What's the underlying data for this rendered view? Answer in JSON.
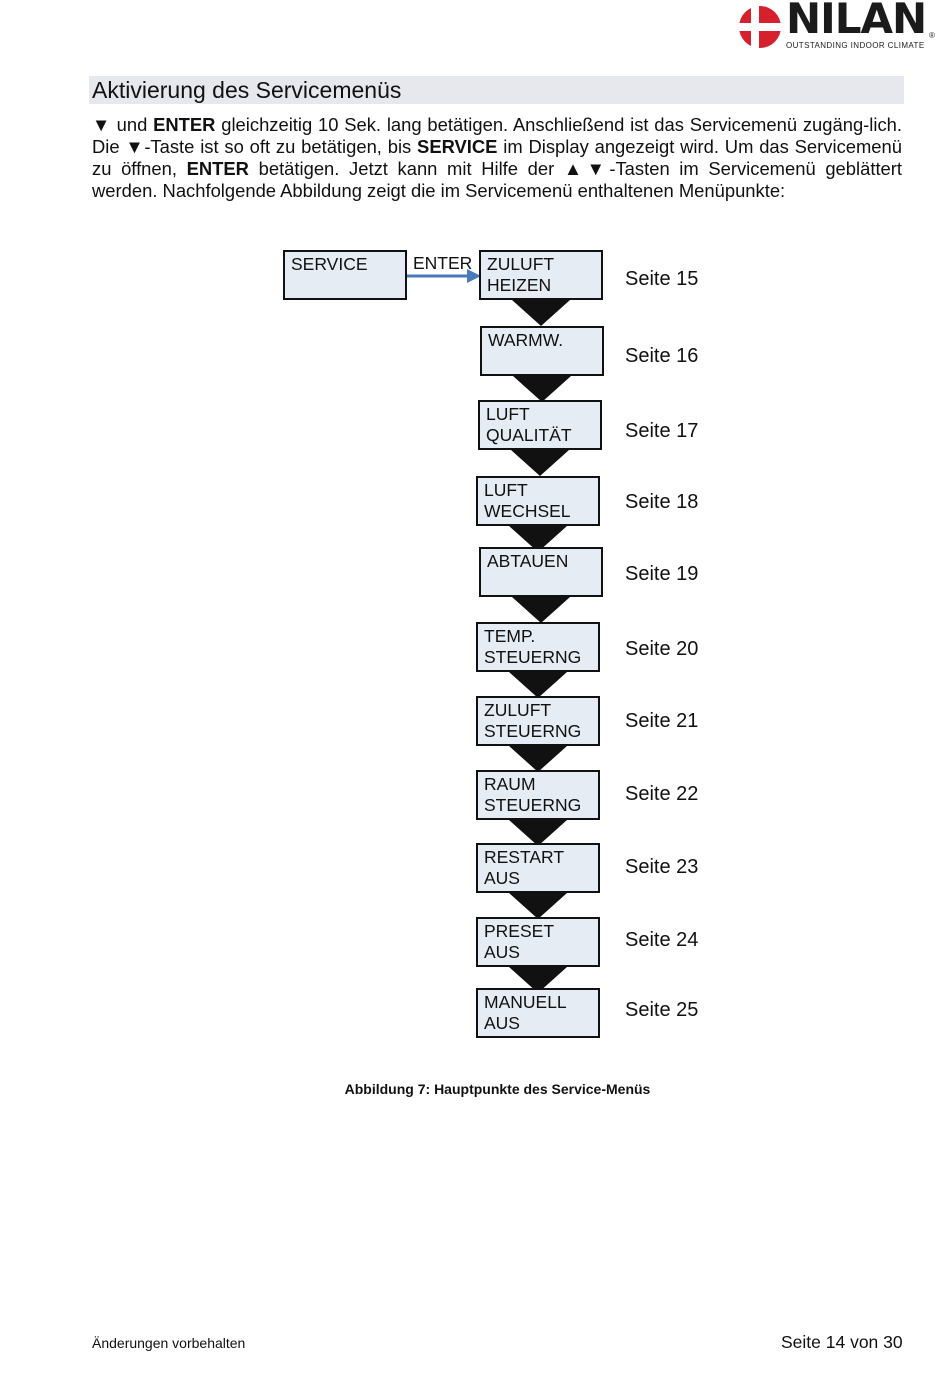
{
  "logo": {
    "name": "NILAN",
    "tagline": "OUTSTANDING INDOOR CLIMATE",
    "reg": "®",
    "colors": {
      "red": "#d6202d",
      "dark": "#1b1b1b"
    }
  },
  "section": {
    "title": "Aktivierung des Servicemenüs"
  },
  "intro": {
    "l1_sym": "▼",
    "l1_a": " und ",
    "l1_b": "ENTER",
    "l1_c": " gleichzeitig 10 Sek. lang betätigen. Anschließend ist das Servicemenü zugäng-lich. Die ",
    "l1_sym2": "▼",
    "l1_d": "-Taste ist so oft zu betätigen, bis ",
    "l1_e": "SERVICE",
    "l1_f": " im Display angezeigt wird. Um das Servicemenü zu öffnen, ",
    "l1_g": "ENTER",
    "l1_h": " betätigen. Jetzt kann mit Hilfe der ",
    "l1_sym3": "▲▼",
    "l1_i": "-Tasten im Servicemenü geblättert werden. Nachfolgende Abbildung zeigt die im Servicemenü enthaltenen Menüpunkte:"
  },
  "diagram": {
    "service_box": "SERVICE",
    "enter_label": "ENTER",
    "menu": [
      {
        "line1": "ZULUFT",
        "line2": "HEIZEN",
        "page": "Seite 15"
      },
      {
        "line1": "WARMW.",
        "line2": "",
        "page": "Seite 16"
      },
      {
        "line1": "LUFT",
        "line2": "QUALITÄT",
        "page": "Seite 17"
      },
      {
        "line1": "LUFT",
        "line2": "WECHSEL",
        "page": "Seite 18"
      },
      {
        "line1": "ABTAUEN",
        "line2": "",
        "page": "Seite 19"
      },
      {
        "line1": "TEMP.",
        "line2": "STEUERNG",
        "page": "Seite 20"
      },
      {
        "line1": "ZULUFT",
        "line2": "STEUERNG",
        "page": "Seite 21"
      },
      {
        "line1": "RAUM",
        "line2": "STEUERNG",
        "page": "Seite 22"
      },
      {
        "line1": "RESTART",
        "line2": "AUS",
        "page": "Seite 23"
      },
      {
        "line1": "PRESET",
        "line2": "AUS",
        "page": "Seite 24"
      },
      {
        "line1": "MANUELL",
        "line2": "AUS",
        "page": "Seite 25"
      }
    ],
    "arrow_color": "#4a7ab8"
  },
  "caption": "Abbildung 7: Hauptpunkte des Service-Menüs",
  "footer": {
    "left": "Änderungen vorbehalten",
    "right": "Seite 14 von 30"
  }
}
